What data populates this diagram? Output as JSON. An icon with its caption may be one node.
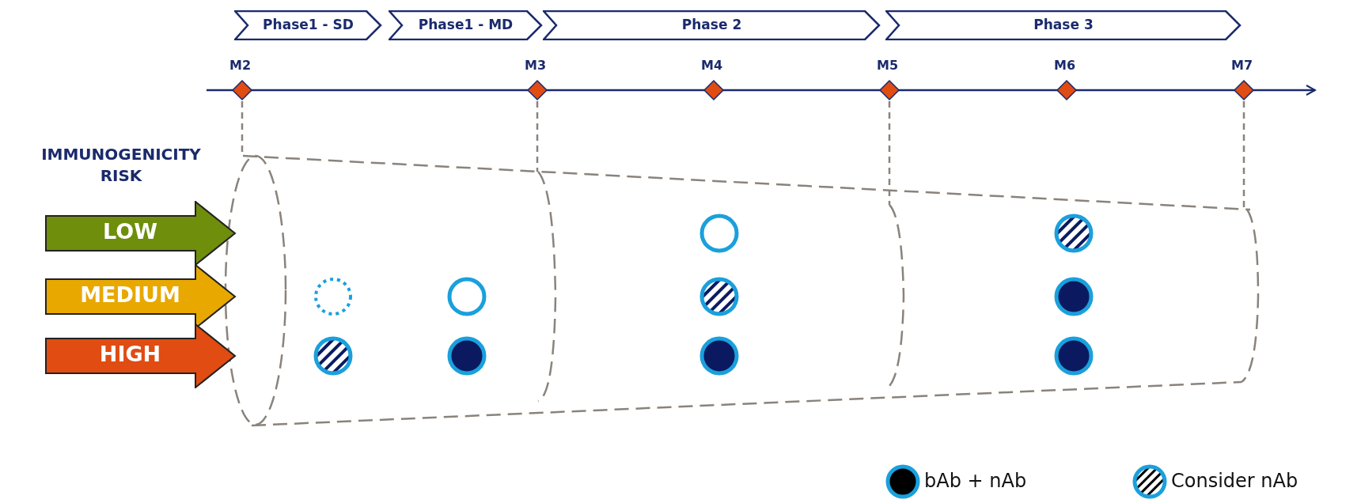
{
  "diagram": {
    "nodes": [
      {
        "text": [
          "Phase1 - SD"
        ]
      },
      {
        "text": [
          "Phase1 - MD"
        ]
      },
      {
        "text": [
          "Phase 2"
        ]
      },
      {
        "text": [
          "Phase 3"
        ]
      },
      {
        "text": [
          "LOW"
        ]
      },
      {
        "text": [
          "MEDIUM"
        ]
      },
      {
        "text": [
          "HIGH"
        ]
      },
      {
        "text": [],
        "shape": "circle"
      },
      {
        "text": [],
        "shape": "circle"
      },
      {
        "text": [],
        "shape": "circle"
      },
      {
        "text": [],
        "shape": "circle"
      },
      {
        "text": [],
        "shape": "circle"
      },
      {
        "text": [],
        "shape": "circle"
      },
      {
        "text": [],
        "shape": "circle"
      },
      {
        "text": [],
        "shape": "circle"
      },
      {
        "text": [],
        "shape": "circle"
      },
      {
        "text": [],
        "shape": "circle"
      }
    ],
    "labels": [
      "M2",
      "M3",
      "M4",
      "M5",
      "M6",
      "M7",
      "IMMUNOGENICITY RISK"
    ],
    "legend": [
      {
        "text": "bAb + nAb"
      },
      {
        "text": "Consider nAb"
      }
    ]
  }
}
